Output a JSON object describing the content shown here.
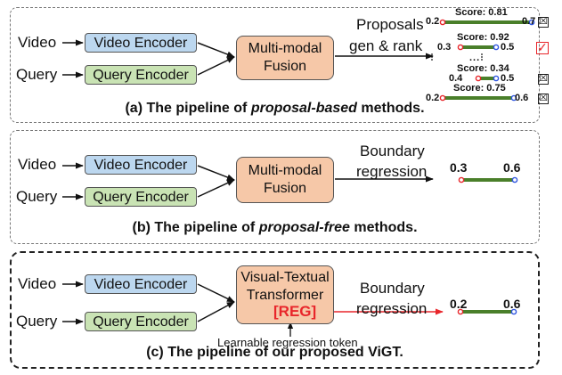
{
  "colors": {
    "video_encoder": "#bcd7ef",
    "query_encoder": "#c9e3b4",
    "fusion": "#f6c8a8",
    "segment_bar": "#4a7f2a",
    "start_point": "#e8262b",
    "end_point": "#2e55e0",
    "reg_token": "#e8262b"
  },
  "panels": {
    "a": {
      "inputs": [
        "Video",
        "Query"
      ],
      "encoders": [
        "Video Encoder",
        "Query Encoder"
      ],
      "fusion": [
        "Multi-modal",
        "Fusion"
      ],
      "output_label": [
        "Proposals",
        "gen & rank"
      ],
      "proposals": [
        {
          "score_label": "Score: 0.81",
          "start": "0.2",
          "end": "0.7",
          "start_v": 0.2,
          "end_v": 0.7,
          "selected": false,
          "mark": "☒"
        },
        {
          "score_label": "Score: 0.92",
          "start": "0.3",
          "end": "0.5",
          "start_v": 0.3,
          "end_v": 0.5,
          "selected": true,
          "mark": "✓"
        },
        {
          "score_label": "Score: 0.34",
          "start": "0.4",
          "end": "0.5",
          "start_v": 0.4,
          "end_v": 0.5,
          "selected": false,
          "mark": "☒"
        },
        {
          "score_label": "Score: 0.75",
          "start": "0.2",
          "end": "0.6",
          "start_v": 0.2,
          "end_v": 0.6,
          "selected": false,
          "mark": "☒"
        }
      ],
      "ellipsis": "...",
      "caption_pre": "(a) The pipeline of ",
      "caption_em": "proposal-based",
      "caption_post": " methods."
    },
    "b": {
      "inputs": [
        "Video",
        "Query"
      ],
      "encoders": [
        "Video Encoder",
        "Query Encoder"
      ],
      "fusion": [
        "Multi-modal",
        "Fusion"
      ],
      "output_label": [
        "Boundary",
        "regression"
      ],
      "result": {
        "start": "0.3",
        "end": "0.6"
      },
      "caption_pre": "(b) The pipeline of ",
      "caption_em": "proposal-free",
      "caption_post": " methods."
    },
    "c": {
      "inputs": [
        "Video",
        "Query"
      ],
      "encoders": [
        "Video Encoder",
        "Query Encoder"
      ],
      "fusion": [
        "Visual-Textual",
        "Transformer"
      ],
      "reg_token": "[REG]",
      "token_note": "Learnable regression token",
      "output_label": [
        "Boundary",
        "regression"
      ],
      "result": {
        "start": "0.2",
        "end": "0.6"
      },
      "caption": "(c) The pipeline of our proposed ViGT."
    }
  }
}
